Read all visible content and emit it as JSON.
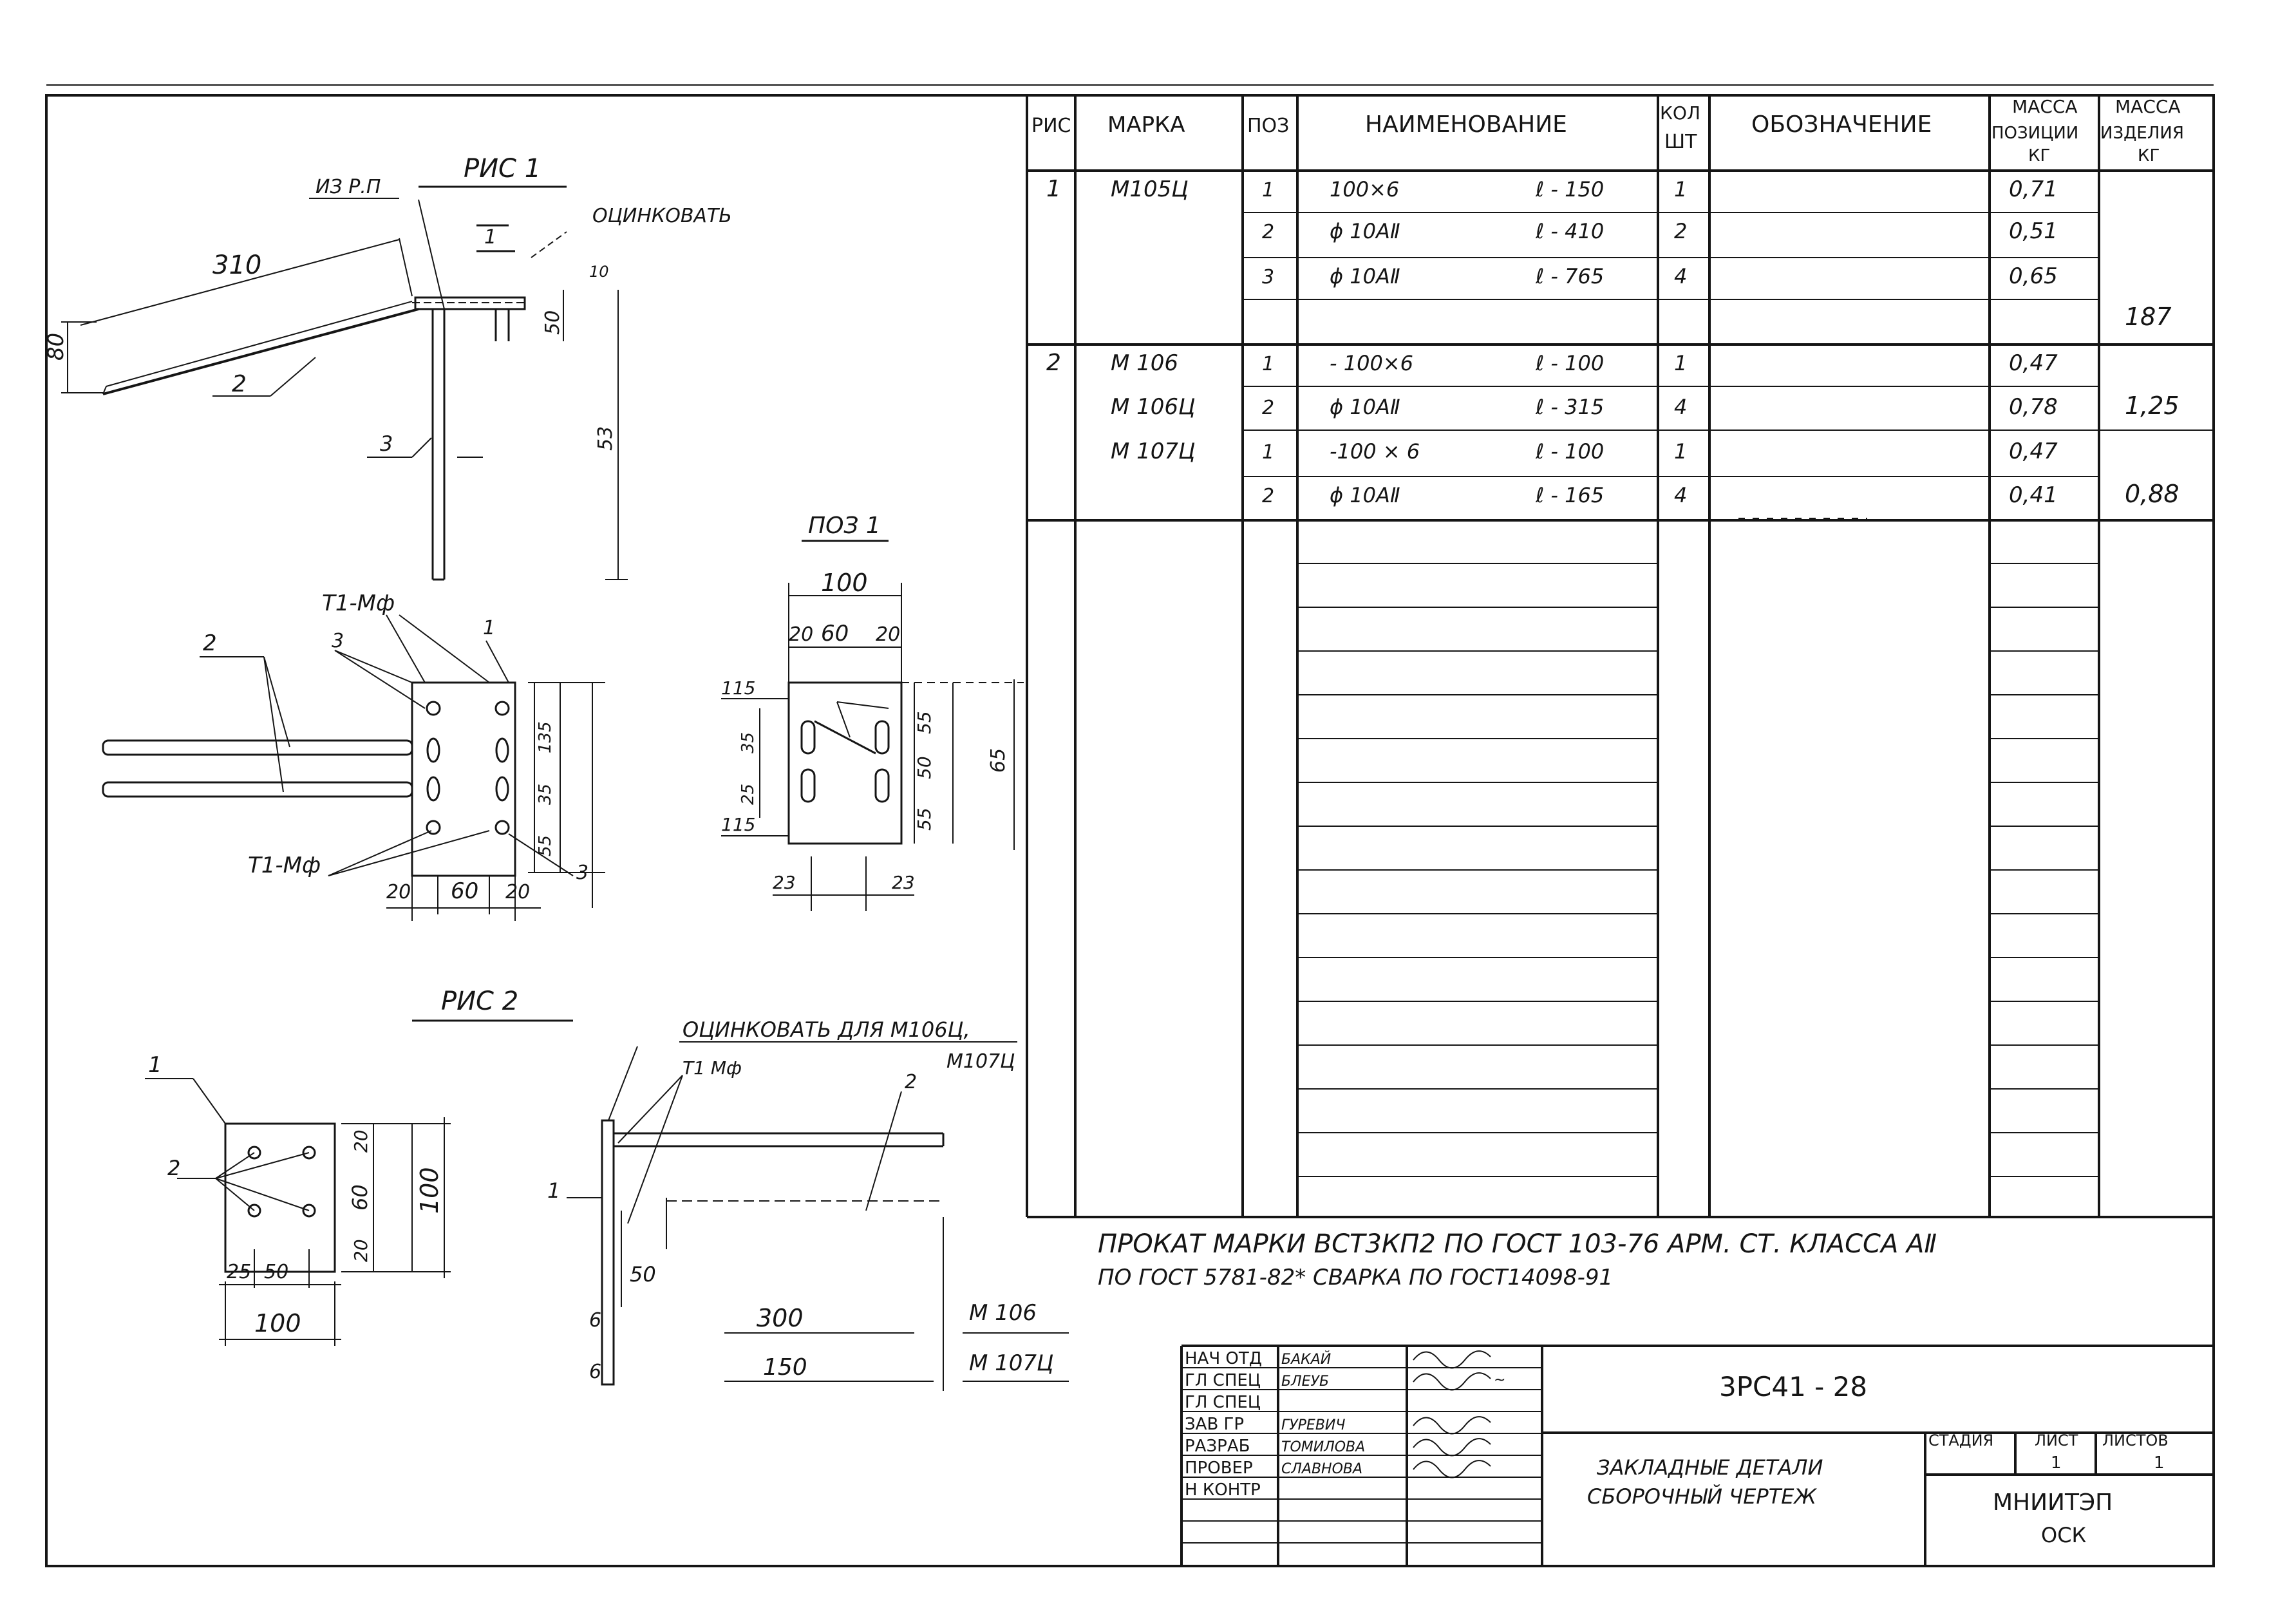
{
  "labels": {
    "fig1": "РИС 1",
    "fig2": "РИС 2",
    "pos1": "ПОЗ 1",
    "from": "ИЗ Р.П",
    "galv1": "ОЦИНКОВАТЬ",
    "galv2": "ОЦИНКОВАТЬ ДЛЯ М106Ц,",
    "galv2b": "М107Ц",
    "weld_t1": "Т1-Мф",
    "weld_t1b": "Т1-Мф",
    "weld_t1c": "Т1 Мф",
    "len_300": "300",
    "len_150": "150",
    "m106": "М 106",
    "m107": "М 107Ц"
  },
  "dims": {
    "d310": "310",
    "d80": "80",
    "d50": "50",
    "d53": "53",
    "d10": "10",
    "d100a": "100",
    "d60a": "60",
    "d20a": "20",
    "d20b": "20",
    "d135": "135",
    "d35": "35",
    "d55": "55",
    "d25a": "25",
    "d35b": "35",
    "d55b": "55",
    "d50b": "50",
    "d100b": "100",
    "d65": "65",
    "d23a": "23",
    "d23b": "23",
    "d115a": "115",
    "d115b": "115",
    "d20c": "20",
    "d60c": "60",
    "d20d": "20",
    "d100c": "100",
    "d25": "25",
    "d50c": "50",
    "d20e": "20",
    "d60d": "60",
    "d20f": "20",
    "d100d": "100",
    "d50d": "50",
    "d6a": "6",
    "d6b": "6"
  },
  "callouts": {
    "c1": "1",
    "c2": "2",
    "c3": "3",
    "c3b": "3",
    "c3c": "3",
    "c1b": "1",
    "c2b": "2",
    "c1c": "1",
    "c2c": "2",
    "c1d": "1"
  },
  "table": {
    "headers": {
      "ris": "РИС",
      "marka": "МАРКА",
      "poz": "ПОЗ",
      "name": "НАИМЕНОВАНИЕ",
      "kol1": "КОЛ",
      "kol2": "ШТ",
      "oboz": "ОБОЗНАЧЕНИЕ",
      "mp1": "МАССА",
      "mp2": "ПОЗИЦИИ",
      "mp3": "КГ",
      "mi1": "МАССА",
      "mi2": "ИЗДЕЛИЯ",
      "mi3": "КГ"
    },
    "rows": [
      {
        "ris": "1",
        "marka": "М105Ц",
        "poz": "1",
        "name": "100×6",
        "len": "ℓ - 150",
        "kol": "1",
        "oboz": "",
        "mp": "0,71",
        "mi": ""
      },
      {
        "ris": "",
        "marka": "",
        "poz": "2",
        "name": "ϕ 10АⅡ",
        "len": "ℓ - 410",
        "kol": "2",
        "oboz": "",
        "mp": "0,51",
        "mi": ""
      },
      {
        "ris": "",
        "marka": "",
        "poz": "3",
        "name": "ϕ 10АⅡ",
        "len": "ℓ - 765",
        "kol": "4",
        "oboz": "",
        "mp": "0,65",
        "mi": ""
      },
      {
        "ris": "",
        "marka": "",
        "poz": "",
        "name": "",
        "len": "",
        "kol": "",
        "oboz": "",
        "mp": "",
        "mi": "187"
      },
      {
        "ris": "2",
        "marka": "М 106",
        "poz": "1",
        "name": "- 100×6",
        "len": "ℓ - 100",
        "kol": "1",
        "oboz": "",
        "mp": "0,47",
        "mi": ""
      },
      {
        "ris": "",
        "marka": "М 106Ц",
        "poz": "2",
        "name": "ϕ 10АⅡ",
        "len": "ℓ - 315",
        "kol": "4",
        "oboz": "",
        "mp": "0,78",
        "mi": "1,25"
      },
      {
        "ris": "",
        "marka": "М 107Ц",
        "poz": "1",
        "name": "-100 × 6",
        "len": "ℓ - 100",
        "kol": "1",
        "oboz": "",
        "mp": "0,47",
        "mi": ""
      },
      {
        "ris": "",
        "marka": "",
        "poz": "2",
        "name": "ϕ 10АⅡ",
        "len": "ℓ - 165",
        "kol": "4",
        "oboz": "",
        "mp": "0,41",
        "mi": "0,88"
      }
    ]
  },
  "notes": {
    "line1": "ПРОКАТ МАРКИ ВСТ3КП2 ПО ГОСТ 103-76 АРМ. СТ. КЛАССА АⅡ",
    "line2": "ПО ГОСТ 5781-82* СВАРКА ПО ГОСТ14098-91"
  },
  "titleblock": {
    "roles": [
      "НАЧ ОТД",
      "ГЛ СПЕЦ",
      "ГЛ СПЕЦ",
      "ЗАВ ГР",
      "РАЗРАБ",
      "ПРОВЕР",
      "Н КОНТР"
    ],
    "names": [
      "БАКАЙ",
      "БЛЕУБ",
      "",
      "ГУРЕВИЧ",
      "ТОМИЛОВА",
      "СЛАВНОВА",
      ""
    ],
    "code": "3РС41 - 28",
    "title1": "ЗАКЛАДНЫЕ ДЕТАЛИ",
    "title2": "СБОРОЧНЫЙ ЧЕРТЕЖ",
    "stadia": "СТАДИЯ",
    "list": "ЛИСТ",
    "listov": "ЛИСТОВ",
    "list_val": "1",
    "listov_val": "1",
    "org": "МНИИТЭП",
    "dept": "ОСК"
  }
}
